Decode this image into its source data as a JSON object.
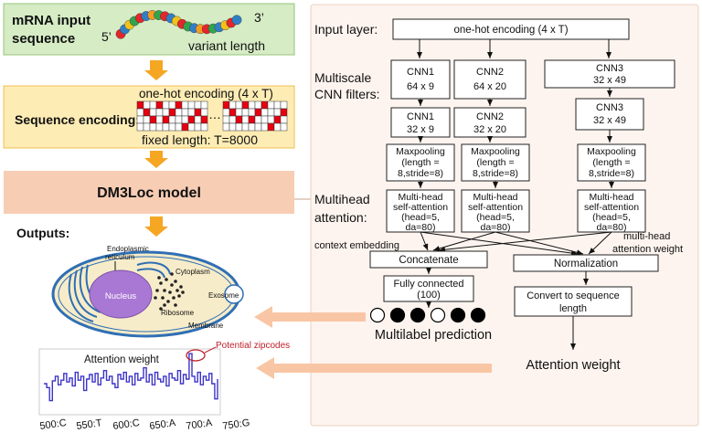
{
  "colors": {
    "input_panel_bg": "#d6ecc5",
    "input_panel_border": "#95c47a",
    "encoding_panel_bg": "#fdecb4",
    "encoding_panel_border": "#f0c050",
    "model_panel_bg": "#f7cdb4",
    "arch_panel_bg": "#fdf4ef",
    "arch_panel_border": "#ecd0bf",
    "orange_arrow": "#f5a623",
    "salmon_arrow": "#f8c6a5",
    "grid_red": "#e8000f",
    "trace_blue": "#3c34c8",
    "zipcode_red": "#c0202a",
    "nucleus_purple": "#a978d4",
    "cell_blue": "#2f6fb4"
  },
  "left": {
    "input_title_line1": "mRNA input",
    "input_title_line2": "sequence",
    "input_colon": ":",
    "five_prime": "5’",
    "three_prime": "3’",
    "variant_length": "variant length",
    "bead_colors": [
      "#e3262b",
      "#2f7fc7",
      "#f1c21b",
      "#31a54b",
      "#e3262b",
      "#2f7fc7",
      "#f59a23",
      "#31a54b",
      "#e3262b",
      "#2f7fc7",
      "#f1c21b",
      "#e3262b",
      "#31a54b",
      "#2f7fc7",
      "#f59a23",
      "#e3262b",
      "#31a54b",
      "#2f7fc7",
      "#f1c21b",
      "#e3262b",
      "#2f7fc7"
    ],
    "onehot_label": "one-hot encoding (4 x T)",
    "seq_encoding_label": "Sequence encoding:",
    "ellipsis": "…",
    "fixed_length": "fixed length: T=8000",
    "model_label": "DM3Loc model",
    "outputs_label": "Outputs:",
    "cell_labels": {
      "er": "Endoplasmic",
      "er2": "reticulum",
      "cytoplasm": "Cytoplasm",
      "nucleus": "Nucleus",
      "ribosome": "Ribosome",
      "exosome": "Exosome",
      "membrane": "Membrane"
    },
    "attention_title": "Attention weight",
    "zipcodes_label": "Potential zipcodes",
    "xticks": [
      "500:C",
      "550:T",
      "600:C",
      "650:A",
      "700:A",
      "750:G"
    ],
    "trace_values": [
      0.42,
      0.35,
      0.12,
      0.47,
      0.55,
      0.4,
      0.48,
      0.6,
      0.45,
      0.52,
      0.38,
      0.62,
      0.48,
      0.55,
      0.3,
      0.5,
      0.58,
      0.45,
      0.6,
      0.4,
      0.52,
      0.65,
      0.48,
      0.55,
      0.42,
      0.35,
      0.58,
      0.5,
      0.62,
      0.45,
      0.55,
      0.4,
      0.6,
      0.48,
      0.52,
      0.7,
      0.45,
      0.58,
      0.4,
      0.62,
      0.5,
      0.45,
      0.55,
      0.38,
      0.6,
      0.52,
      0.48,
      0.65,
      0.42,
      0.58,
      0.5,
      0.95,
      0.55,
      0.45,
      0.62,
      0.4,
      0.55,
      0.48,
      0.6,
      0.42,
      0.15,
      0.5
    ]
  },
  "arch": {
    "row_labels": {
      "input_layer": "Input layer:",
      "multiscale_1": "Multiscale",
      "multiscale_2": "CNN filters:",
      "multihead_1": "Multihead",
      "multihead_2": "attention:"
    },
    "onehot": "one-hot encoding (4 x T)",
    "cnn_a": [
      {
        "l1": "CNN1",
        "l2": "64 x 9"
      },
      {
        "l1": "CNN2",
        "l2": "64 x 20"
      },
      {
        "l1": "CNN3",
        "l2": "32 x 49"
      }
    ],
    "cnn_b": [
      {
        "l1": "CNN1",
        "l2": "32 x 9"
      },
      {
        "l1": "CNN2",
        "l2": "32 x 20"
      },
      {
        "l1": "CNN3",
        "l2": "32 x 49"
      }
    ],
    "maxpool": {
      "l1": "Maxpooling",
      "l2": "(length =",
      "l3": "8,stride=8)"
    },
    "mha": {
      "l1": "Multi-head",
      "l2": "self-attention",
      "l3": "(head=5,",
      "l4": "da=80)"
    },
    "context_embedding": "context embedding",
    "multihead_weight_1": "multi-head",
    "multihead_weight_2": "attention weight",
    "concatenate": "Concatenate",
    "normalization": "Normalization",
    "fc_1": "Fully connected",
    "fc_2": "(100)",
    "convert_1": "Convert to sequence",
    "convert_2": "length",
    "multilabel": "Multilabel prediction",
    "attention_weight": "Attention weight",
    "prediction_circles": [
      "white",
      "black",
      "black",
      "white",
      "black",
      "black"
    ]
  }
}
